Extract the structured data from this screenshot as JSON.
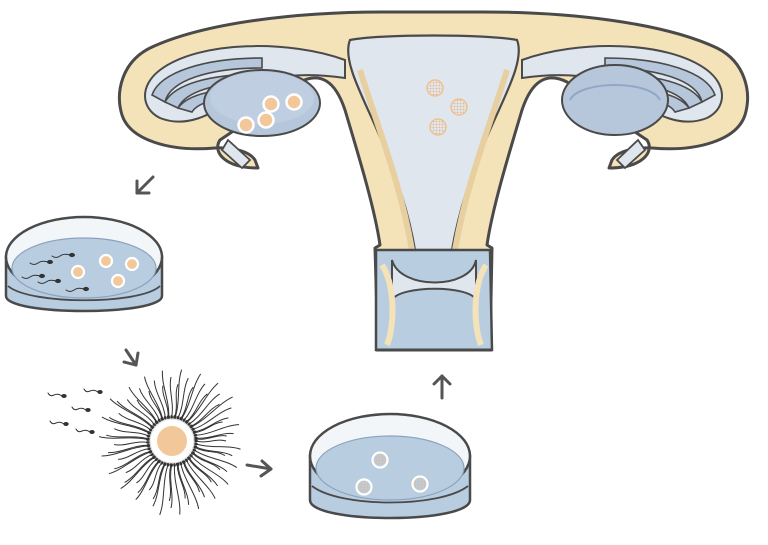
{
  "colors": {
    "outline": "#4a4a4a",
    "tissue": "#f4e2b8",
    "tissue_shadow": "#e8cfa0",
    "cavity": "#dfe6ee",
    "ovary": "#b6c7db",
    "ovary_dark": "#8fa8c6",
    "medium": "#b9cde0",
    "dish_rim": "#f3f6f9",
    "egg": "#f2c79a",
    "egg_core": "#fbe6cc",
    "sperm": "#333333",
    "arrow": "#555555"
  },
  "steps": [
    {
      "id": "egg-retrieval",
      "icon": "arrow-down-left-icon"
    },
    {
      "id": "fertilization-dish",
      "icon": "petri-dish-icon"
    },
    {
      "id": "fertilization",
      "icon": "arrow-down-icon"
    },
    {
      "id": "embryo-culture",
      "icon": "arrow-right-icon"
    },
    {
      "id": "embryo-transfer",
      "icon": "arrow-up-icon"
    }
  ]
}
